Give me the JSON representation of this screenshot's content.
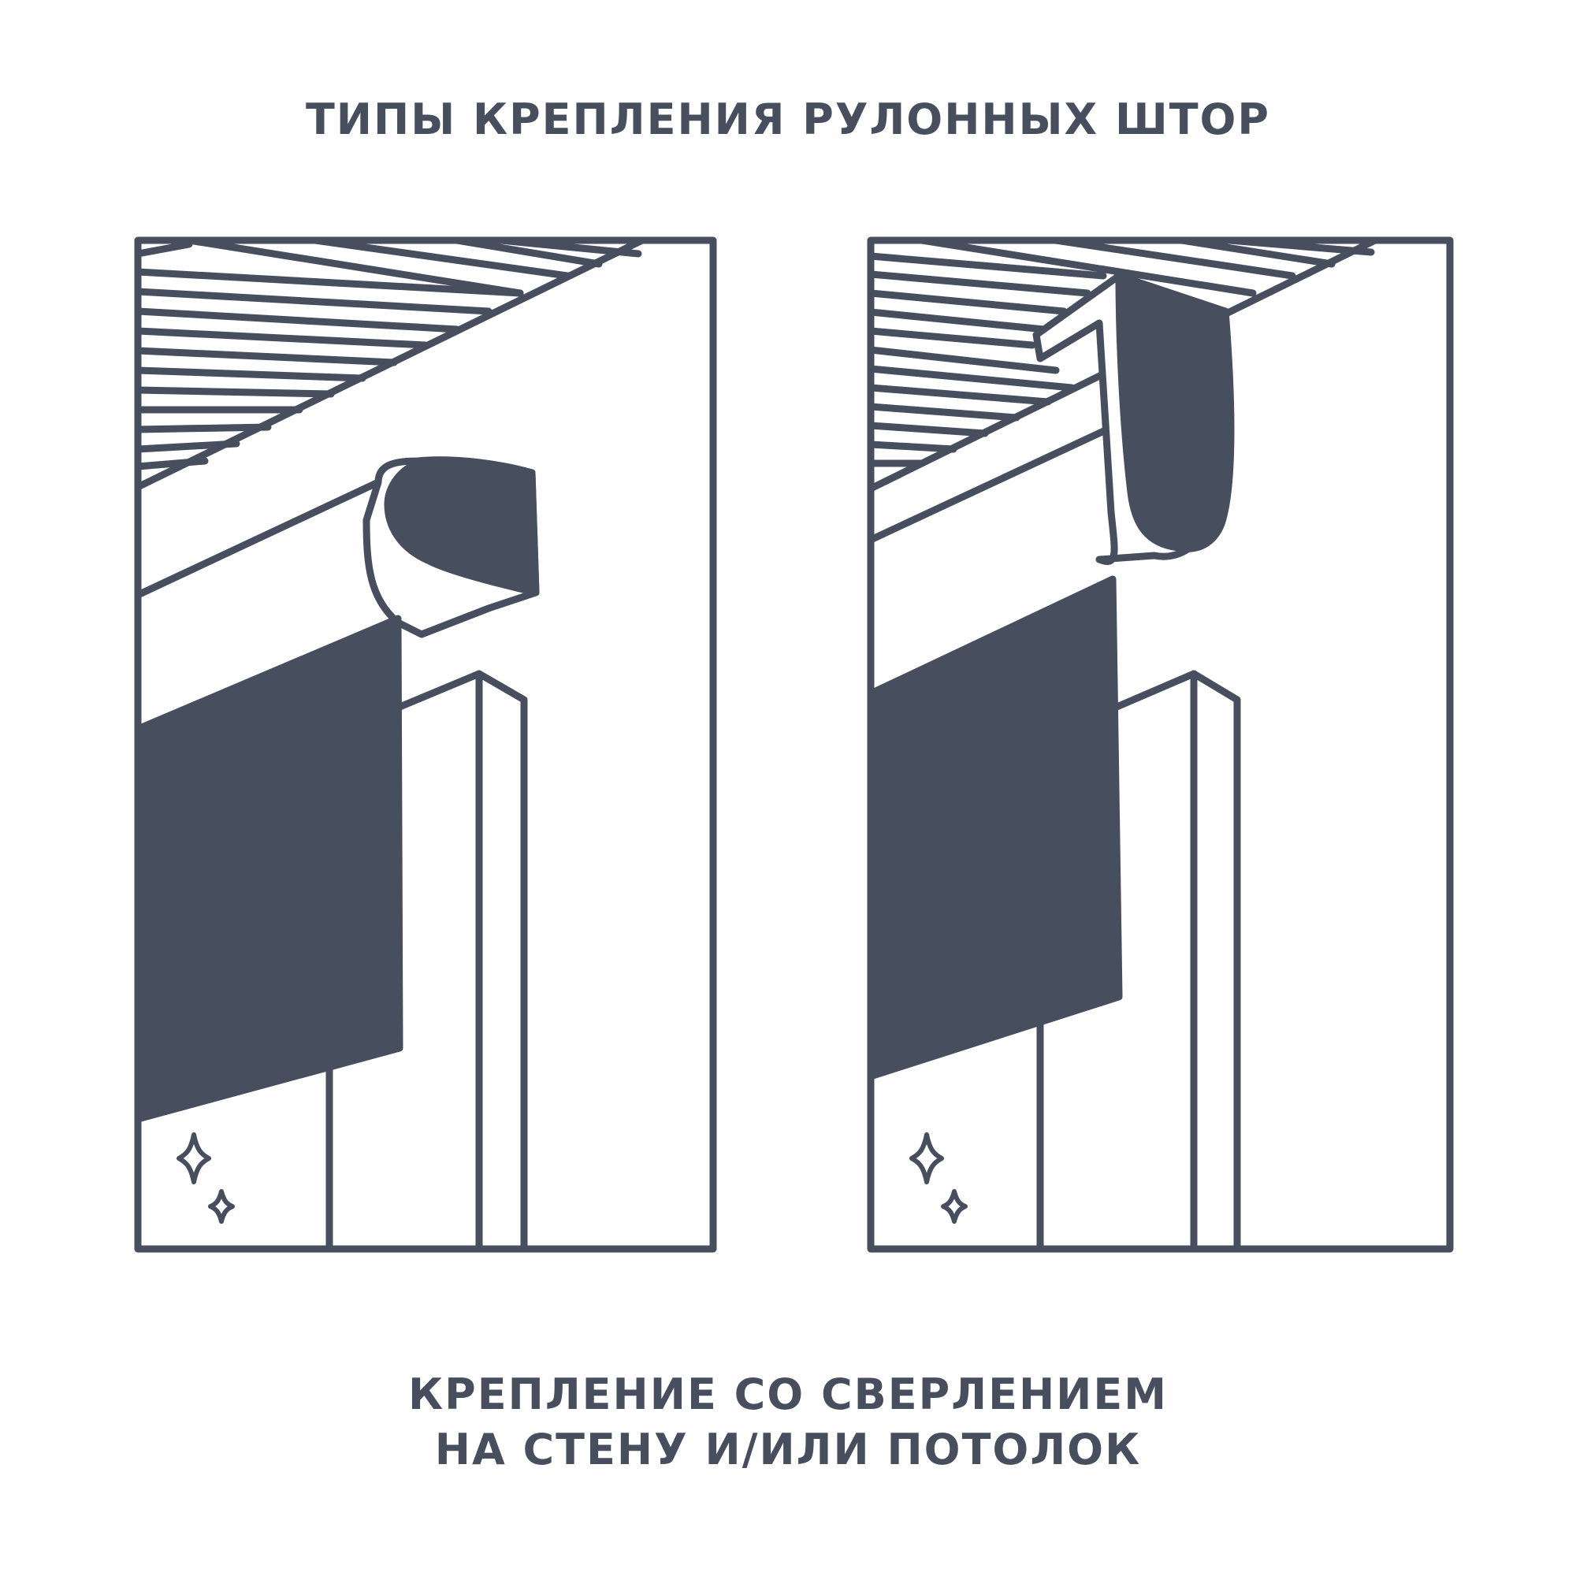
{
  "title": "ТИПЫ КРЕПЛЕНИЯ РУЛОННЫХ ШТОР",
  "caption": {
    "line1": "КРЕПЛЕНИЕ СО СВЕРЛЕНИЕМ",
    "line2": "НА СТЕНУ И/ИЛИ ПОТОЛОК"
  },
  "colors": {
    "ink": "#474e5e",
    "background": "#ffffff"
  },
  "icons": [
    "sparkle-icon",
    "sparkle-icon"
  ]
}
